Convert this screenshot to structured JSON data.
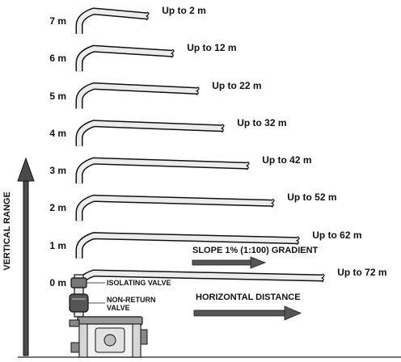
{
  "vertical_label": "VERTICAL RANGE",
  "levels": [
    {
      "height": "7 m",
      "reach": "Up to 2 m",
      "height_m": 7,
      "reach_m": 2
    },
    {
      "height": "6 m",
      "reach": "Up to 12 m",
      "height_m": 6,
      "reach_m": 12
    },
    {
      "height": "5 m",
      "reach": "Up to 22 m",
      "height_m": 5,
      "reach_m": 22
    },
    {
      "height": "4 m",
      "reach": "Up to 32 m",
      "height_m": 4,
      "reach_m": 32
    },
    {
      "height": "3 m",
      "reach": "Up to 42 m",
      "height_m": 3,
      "reach_m": 42
    },
    {
      "height": "2 m",
      "reach": "Up to 52 m",
      "height_m": 2,
      "reach_m": 52
    },
    {
      "height": "1 m",
      "reach": "Up to 62 m",
      "height_m": 1,
      "reach_m": 62
    },
    {
      "height": "0 m",
      "reach": "Up to 72 m",
      "height_m": 0,
      "reach_m": 72
    }
  ],
  "slope_label": "SLOPE 1% (1:100) GRADIENT",
  "horizontal_label": "HORIZONTAL DISTANCE",
  "valves": {
    "isolating": "ISOLATING VALVE",
    "non_return_line1": "NON-RETURN",
    "non_return_line2": "VALVE"
  },
  "colors": {
    "ink": "#111111",
    "pipe_fill": "#ececec",
    "arrow_gray": "#4a4a4a"
  }
}
